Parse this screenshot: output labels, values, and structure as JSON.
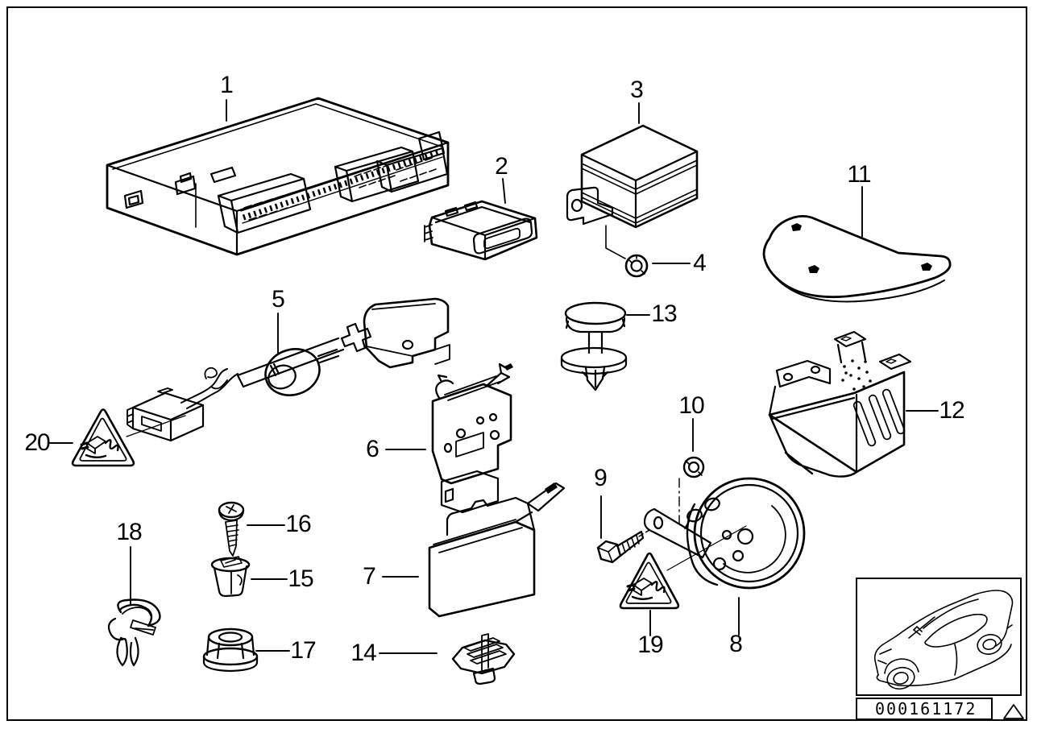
{
  "diagram": {
    "background_color": "#ffffff",
    "line_color": "#000000",
    "description_icons": {
      "warning_triangle": "electrical-connector-warning-triangle-icon",
      "car_thumbnail": "bmw-coupe-outline-icon",
      "footer_triangle": "small-triangle-icon"
    }
  },
  "callouts": [
    {
      "label": "1"
    },
    {
      "label": "2"
    },
    {
      "label": "3"
    },
    {
      "label": "4"
    },
    {
      "label": "5"
    },
    {
      "label": "6"
    },
    {
      "label": "7"
    },
    {
      "label": "8"
    },
    {
      "label": "9"
    },
    {
      "label": "10"
    },
    {
      "label": "11"
    },
    {
      "label": "12"
    },
    {
      "label": "13"
    },
    {
      "label": "14"
    },
    {
      "label": "15"
    },
    {
      "label": "16"
    },
    {
      "label": "17"
    },
    {
      "label": "18"
    },
    {
      "label": "19"
    },
    {
      "label": "20"
    }
  ],
  "footer": {
    "part_number": "000161172"
  }
}
